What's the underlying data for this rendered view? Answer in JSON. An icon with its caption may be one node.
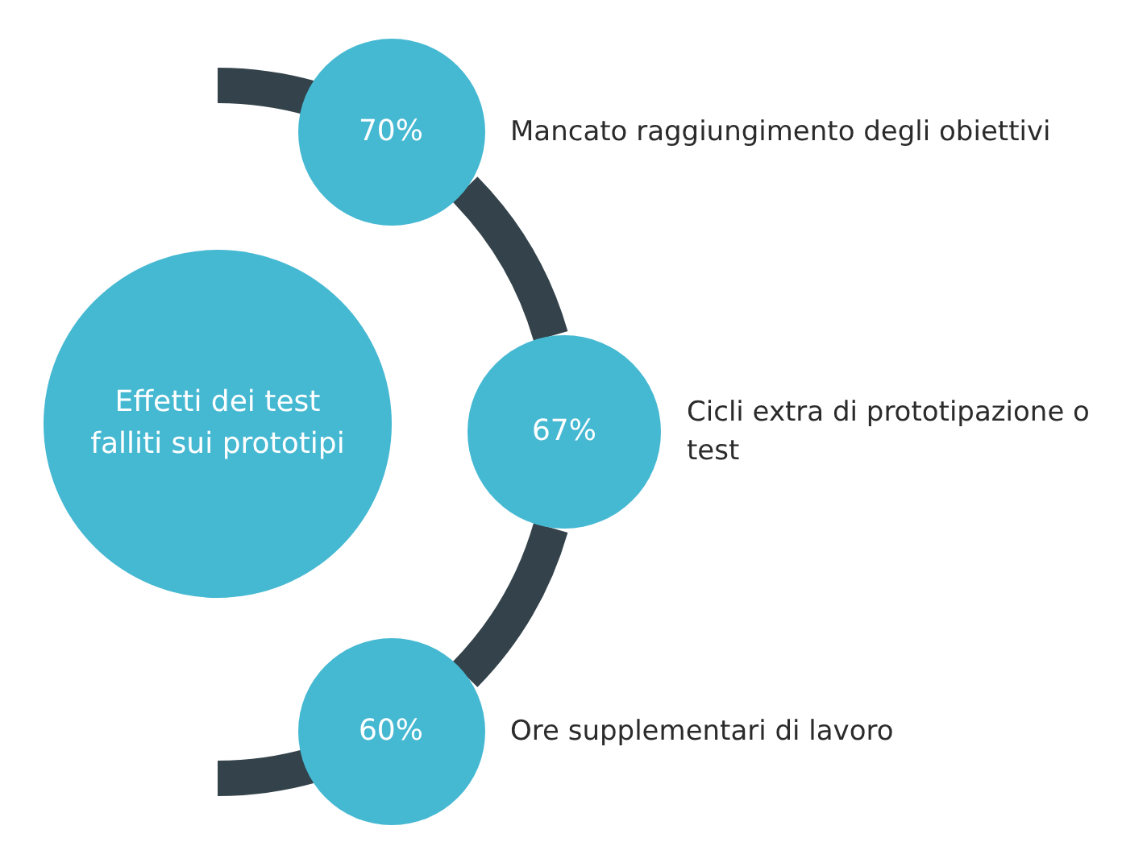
{
  "diagram": {
    "nodes": [
      {
        "text": [
          "Effetti dei test falliti sui prototipi"
        ]
      },
      {
        "text": [
          "70%"
        ],
        "beside": [
          "Mancato raggiungimento degli obiettivi"
        ]
      },
      {
        "text": [
          "67%"
        ],
        "beside": [
          "Cicli extra di prototipazione o test"
        ]
      },
      {
        "text": [
          "60%"
        ],
        "beside": [
          "Ore supplementari di lavoro"
        ]
      }
    ],
    "edges": [
      {
        "from": 1,
        "to": 2,
        "arrow": "none"
      },
      {
        "from": 2,
        "to": 3,
        "arrow": "none"
      }
    ]
  }
}
